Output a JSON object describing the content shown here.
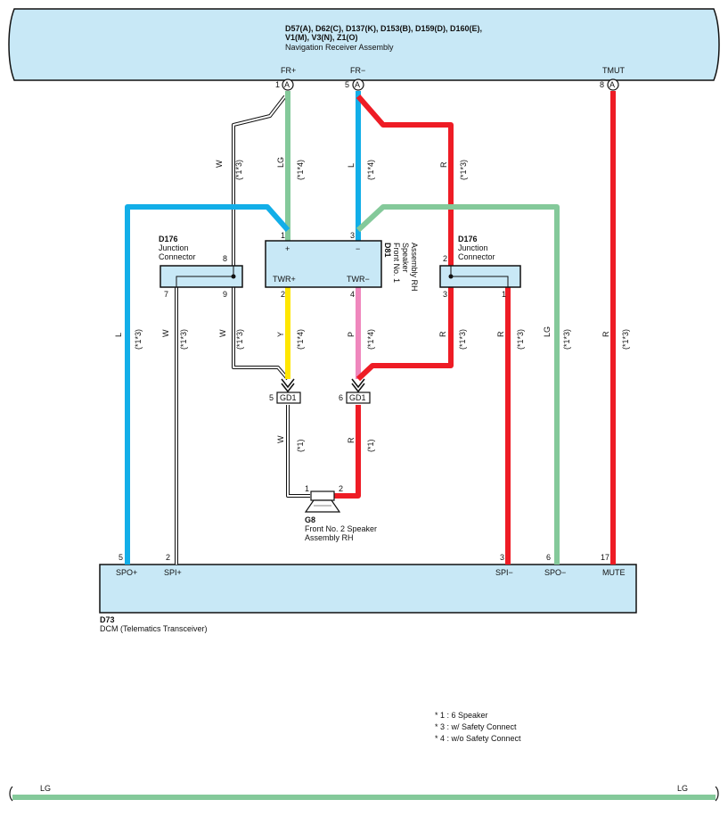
{
  "nav": {
    "codes": "D57(A), D62(C), D137(K), D153(B), D159(D), D160(E),",
    "codes2": "V1(M), V3(N), Z1(O)",
    "name": "Navigation Receiver Assembly",
    "term_frp": "FR+",
    "term_frm": "FR−",
    "term_tmut": "TMUT",
    "pin_frp": "1",
    "pin_frm": "5",
    "pin_tmut": "8",
    "conn": "A"
  },
  "d81": {
    "code": "D81",
    "name1": "Front No. 1",
    "name2": "Speaker",
    "name3": "Assembly RH",
    "plus": "+",
    "minus": "−",
    "twrp": "TWR+",
    "twrm": "TWR−",
    "pin1": "1",
    "pin3": "3",
    "pin2": "2",
    "pin4": "4"
  },
  "j_left": {
    "code": "D176",
    "name1": "Junction",
    "name2": "Connector",
    "pin8": "8",
    "pin7": "7",
    "pin9": "9"
  },
  "j_right": {
    "code": "D176",
    "name1": "Junction",
    "name2": "Connector",
    "pin2": "2",
    "pin3": "3",
    "pin1": "1"
  },
  "gd1": {
    "label": "GD1",
    "pin5": "5",
    "pin6": "6"
  },
  "g8": {
    "code": "G8",
    "name1": "Front No. 2 Speaker",
    "name2": "Assembly RH",
    "pin1": "1",
    "pin2": "2"
  },
  "d73": {
    "code": "D73",
    "name": "DCM (Telematics Transceiver)",
    "spop": "SPO+",
    "spip": "SPI+",
    "spim": "SPI−",
    "spom": "SPO−",
    "mute": "MUTE",
    "pin5": "5",
    "pin2": "2",
    "pin3": "3",
    "pin6": "6",
    "pin17": "17"
  },
  "wire_labels": {
    "w": "W",
    "lg": "LG",
    "l": "L",
    "r": "R",
    "y": "Y",
    "p": "P",
    "n13": "(*1*3)",
    "n14": "(*1*4)",
    "n1": "(*1)"
  },
  "notes": {
    "n1": "* 1 : 6 Speaker",
    "n3": "* 3 : w/ Safety Connect",
    "n4": "* 4 : w/o Safety Connect"
  },
  "bottom": {
    "left": "LG",
    "right": "LG"
  },
  "colors": {
    "blue": "#12aee8",
    "red": "#ee1c25",
    "green": "#84c99a",
    "yellow": "#ffe600",
    "pink": "#ef87bd",
    "box": "#c8e8f6"
  }
}
